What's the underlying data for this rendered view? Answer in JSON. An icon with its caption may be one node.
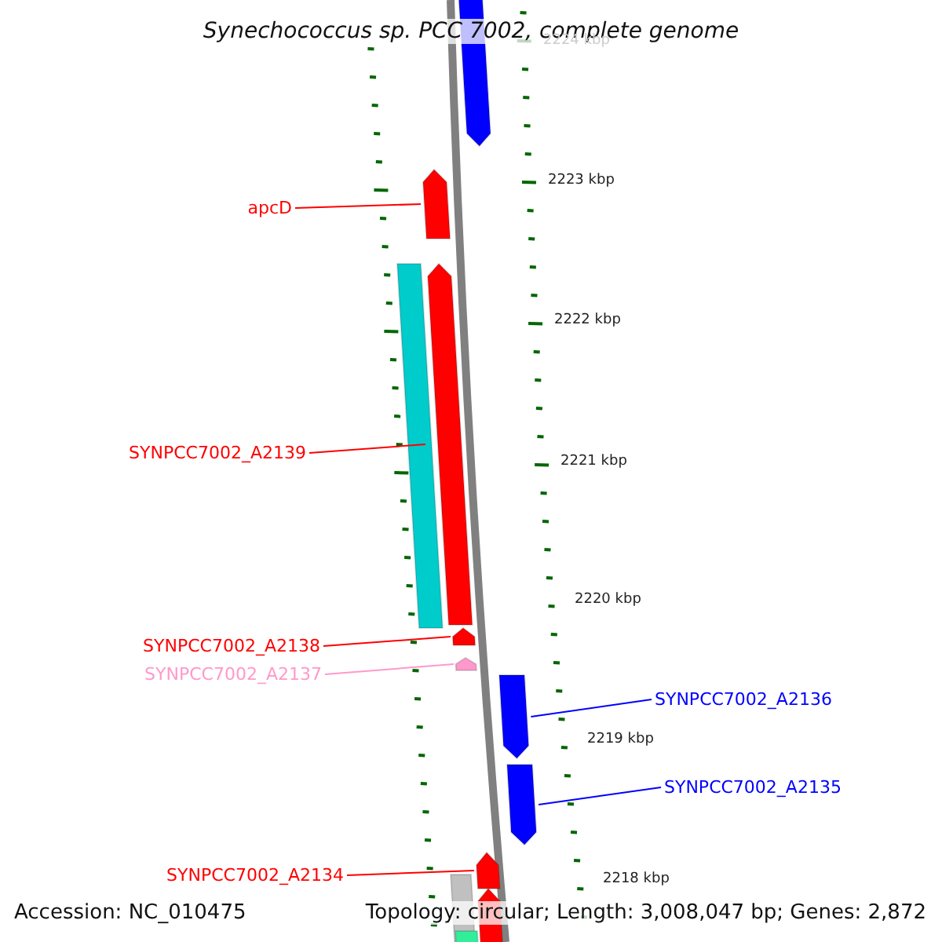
{
  "diagram": {
    "title": "Synechococcus sp. PCC 7002, complete genome",
    "nodes": [
      {
        "text": [
          "apcD"
        ]
      },
      {
        "text": [],
        "shape": "bar"
      },
      {
        "text": [
          "SYNPCC7002_A2139"
        ]
      },
      {
        "text": [],
        "shape": "bar"
      },
      {
        "text": [
          "SYNPCC7002_A2138"
        ]
      },
      {
        "text": [],
        "shape": "bar"
      },
      {
        "text": [
          "SYNPCC7002_A2137"
        ]
      },
      {
        "text": [],
        "shape": "bar"
      },
      {
        "text": [
          "SYNPCC7002_A2136"
        ]
      },
      {
        "text": [],
        "shape": "bar"
      },
      {
        "text": [
          "SYNPCC7002_A2135"
        ]
      },
      {
        "text": [],
        "shape": "bar"
      },
      {
        "text": [
          "SYNPCC7002_A2134"
        ]
      },
      {
        "text": [],
        "shape": "bar"
      }
    ],
    "edges": [
      {
        "from": 0,
        "to": 1,
        "arrow": "none"
      },
      {
        "from": 2,
        "to": 3,
        "arrow": "none"
      },
      {
        "from": 4,
        "to": 5,
        "arrow": "none"
      },
      {
        "from": 6,
        "to": 7,
        "arrow": "none",
        "color": "#ff99cc"
      },
      {
        "from": 8,
        "to": 9,
        "arrow": "none",
        "color": "#0000ff"
      },
      {
        "from": 10,
        "to": 11,
        "arrow": "none",
        "color": "#0000ff"
      },
      {
        "from": 12,
        "to": 13,
        "arrow": "none"
      }
    ],
    "labels": [
      "2224 kbp",
      "2223 kbp",
      "2222 kbp",
      "2221 kbp",
      "2220 kbp",
      "2219 kbp",
      "2218 kbp",
      "Accession: NC_010475",
      "Topology: circular; Length: 3,008,047 bp; Genes: 2,872"
    ]
  }
}
